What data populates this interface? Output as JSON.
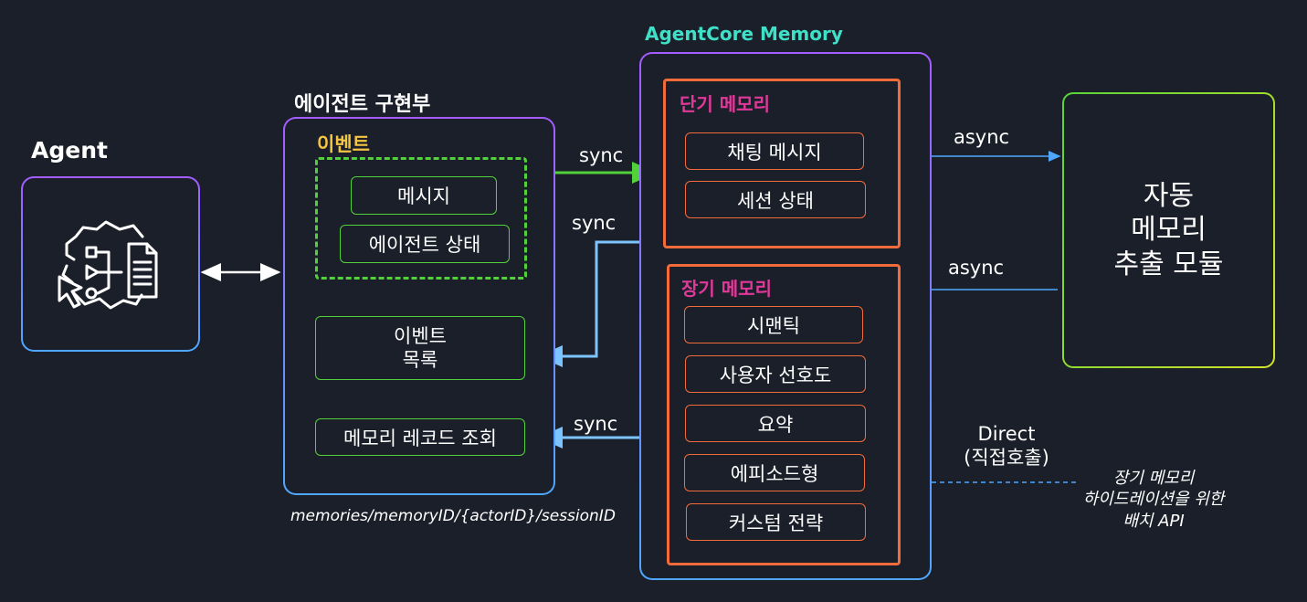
{
  "agent": {
    "title": "Agent"
  },
  "impl": {
    "title": "에이전트 구현부",
    "events_title": "이벤트",
    "events_items": [
      "메시지",
      "에이전트 상태"
    ],
    "event_list": "이벤트\n목록",
    "memory_record": "메모리 레코드 조회",
    "path": "memories/memoryID/{actorID}/sessionID"
  },
  "memory": {
    "title": "AgentCore Memory",
    "short_term": {
      "title": "단기 메모리",
      "items": [
        "채팅 메시지",
        "세션 상태"
      ]
    },
    "long_term": {
      "title": "장기 메모리",
      "items": [
        "시맨틱",
        "사용자 선호도",
        "요약",
        "에피소드형",
        "커스텀 전략"
      ]
    }
  },
  "extract": {
    "title": "자동\n메모리\n추출 모듈"
  },
  "labels": {
    "sync1": "sync",
    "sync2": "sync",
    "sync3": "sync",
    "async1": "async",
    "async2": "async",
    "direct": "Direct\n(직접호출)",
    "batch": "장기 메모리\n하이드레이션을 위한\n배치 API"
  },
  "colors": {
    "background": "#1b1f29",
    "orange": "#f26b3a",
    "green": "#52d13a",
    "yellow_title": "#f5c542",
    "pink_title": "#e0399a",
    "teal_title": "#3ee0c8",
    "blue_arrow": "#4ea8ff",
    "light_blue_arrow": "#7cc4ff"
  }
}
